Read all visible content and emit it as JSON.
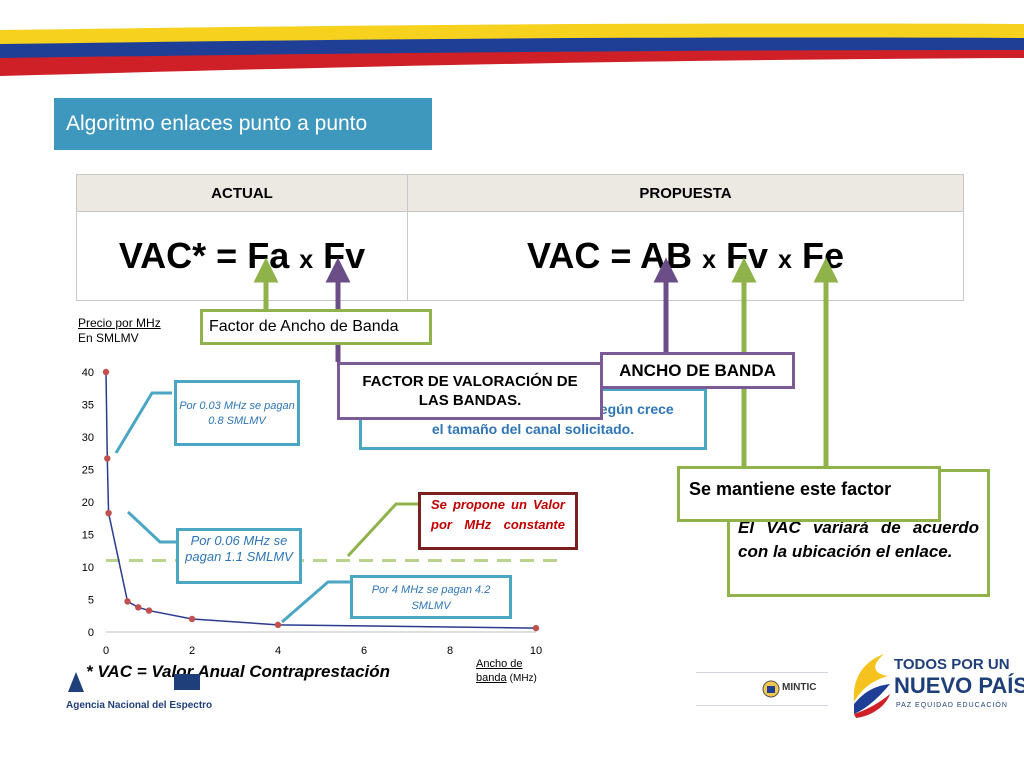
{
  "slide": {
    "title": "Algoritmo enlaces punto a punto",
    "footnote": "* VAC = Valor Anual Contraprestación",
    "agency": "Agencia Nacional del Espectro",
    "logo_mintic": "MINTIC",
    "logo_country_line1": "TODOS POR UN",
    "logo_country_line2": "NUEVO PAÍS",
    "logo_country_sub": "PAZ  EQUIDAD  EDUCACIÓN"
  },
  "table": {
    "col_actual": "ACTUAL",
    "col_propuesta": "PROPUESTA",
    "formula_actual_a": "VAC* = Fa",
    "formula_actual_x": "x",
    "formula_actual_b": "Fv",
    "formula_prop_a": "VAC  = AB",
    "formula_prop_x1": "x",
    "formula_prop_b": "Fv",
    "formula_prop_x2": "x",
    "formula_prop_c": "Fe"
  },
  "callouts": {
    "factor_ancho": "Factor de Ancho de Banda",
    "factor_valoracion": "FACTOR DE VALORACIÓN DE LAS BANDAS.",
    "valoracion_hidden_text_1": "según crece",
    "valoracion_hidden_text_2": "el tamaño del canal solicitado.",
    "ancho_banda": "ANCHO DE BANDA",
    "se_mantiene": "Se mantiene este factor",
    "ubicacion": "El VAC variará de acuerdo con la ubicación el enlace.",
    "por_003": "Por 0.03 MHz se pagan 0.8 SMLMV",
    "por_006": "Por 0.06 MHz se pagan 1.1 SMLMV",
    "por_4": "Por 4 MHz se pagan 4.2 SMLMV",
    "propone": "Se propone un Valor por MHz constante"
  },
  "chart_data": {
    "type": "line",
    "ylabel_line1": "Precio por MHz",
    "ylabel_line2": "En SMLMV",
    "xlabel_line1": "Ancho de",
    "xlabel_line2": "banda",
    "xlabel_unit": "(MHz)",
    "xlim": [
      0,
      10
    ],
    "ylim": [
      0,
      40
    ],
    "xticks": [
      0,
      2,
      4,
      6,
      8,
      10
    ],
    "yticks": [
      0,
      5,
      10,
      15,
      20,
      25,
      30,
      35,
      40
    ],
    "series": [
      {
        "points": [
          [
            0.0,
            40
          ],
          [
            0.03,
            26.7
          ],
          [
            0.06,
            18.3
          ],
          [
            0.5,
            4.7
          ],
          [
            0.75,
            3.8
          ],
          [
            1.0,
            3.3
          ],
          [
            2.0,
            2.0
          ],
          [
            4.0,
            1.1
          ],
          [
            10.0,
            0.6
          ]
        ]
      }
    ],
    "constant_line_y": 11,
    "colors": {
      "line": "#2b3a8f",
      "marker": "#c0504d",
      "dash": "#b7d48a"
    }
  }
}
